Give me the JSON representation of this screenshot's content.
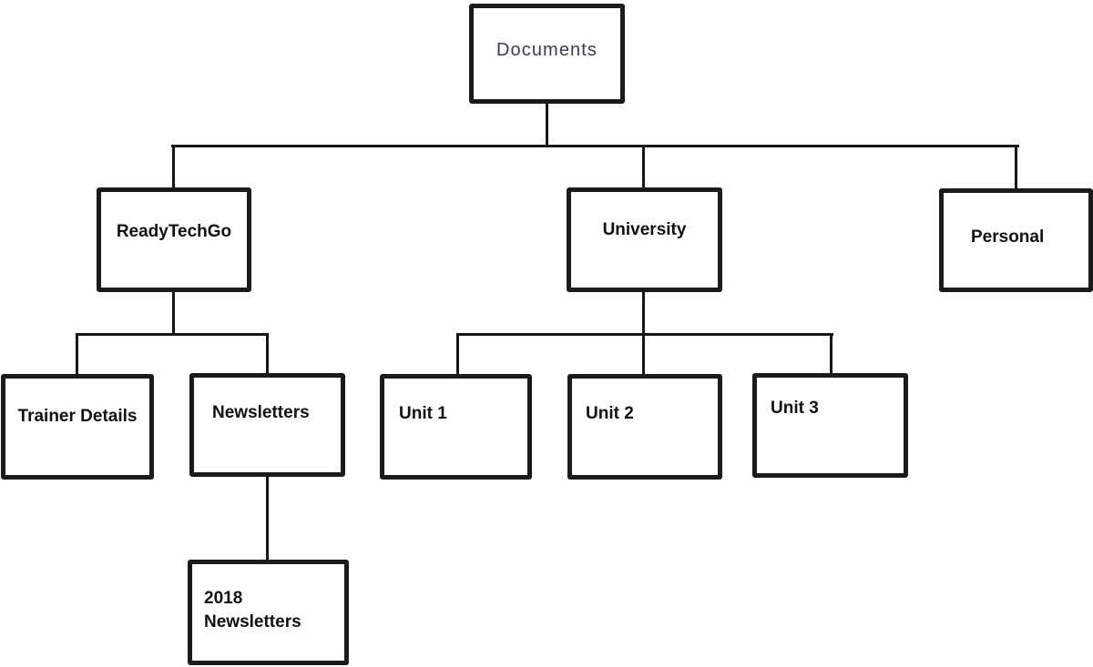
{
  "diagram": {
    "type": "folder-tree",
    "nodes": {
      "documents": {
        "label": "Documents"
      },
      "readytechgo": {
        "label": "ReadyTechGo"
      },
      "university": {
        "label": "University"
      },
      "personal": {
        "label": "Personal"
      },
      "trainer_details": {
        "label": "Trainer Details"
      },
      "newsletters": {
        "label": "Newsletters"
      },
      "unit1": {
        "label": "Unit 1"
      },
      "unit2": {
        "label": "Unit 2"
      },
      "unit3": {
        "label": "Unit 3"
      },
      "newsletters_2018": {
        "label": "2018 Newsletters"
      }
    },
    "edges": [
      {
        "parent": "Documents",
        "child": "ReadyTechGo"
      },
      {
        "parent": "Documents",
        "child": "University"
      },
      {
        "parent": "Documents",
        "child": "Personal"
      },
      {
        "parent": "ReadyTechGo",
        "child": "Trainer Details"
      },
      {
        "parent": "ReadyTechGo",
        "child": "Newsletters"
      },
      {
        "parent": "Newsletters",
        "child": "2018 Newsletters"
      },
      {
        "parent": "University",
        "child": "Unit 1"
      },
      {
        "parent": "University",
        "child": "Unit 2"
      },
      {
        "parent": "University",
        "child": "Unit 3"
      }
    ]
  },
  "colors": {
    "background": "#ffffff",
    "box-border": "#1b1b1b",
    "connector": "#171717",
    "label-text": "#111111",
    "documents-text": "#3b3e4c"
  }
}
